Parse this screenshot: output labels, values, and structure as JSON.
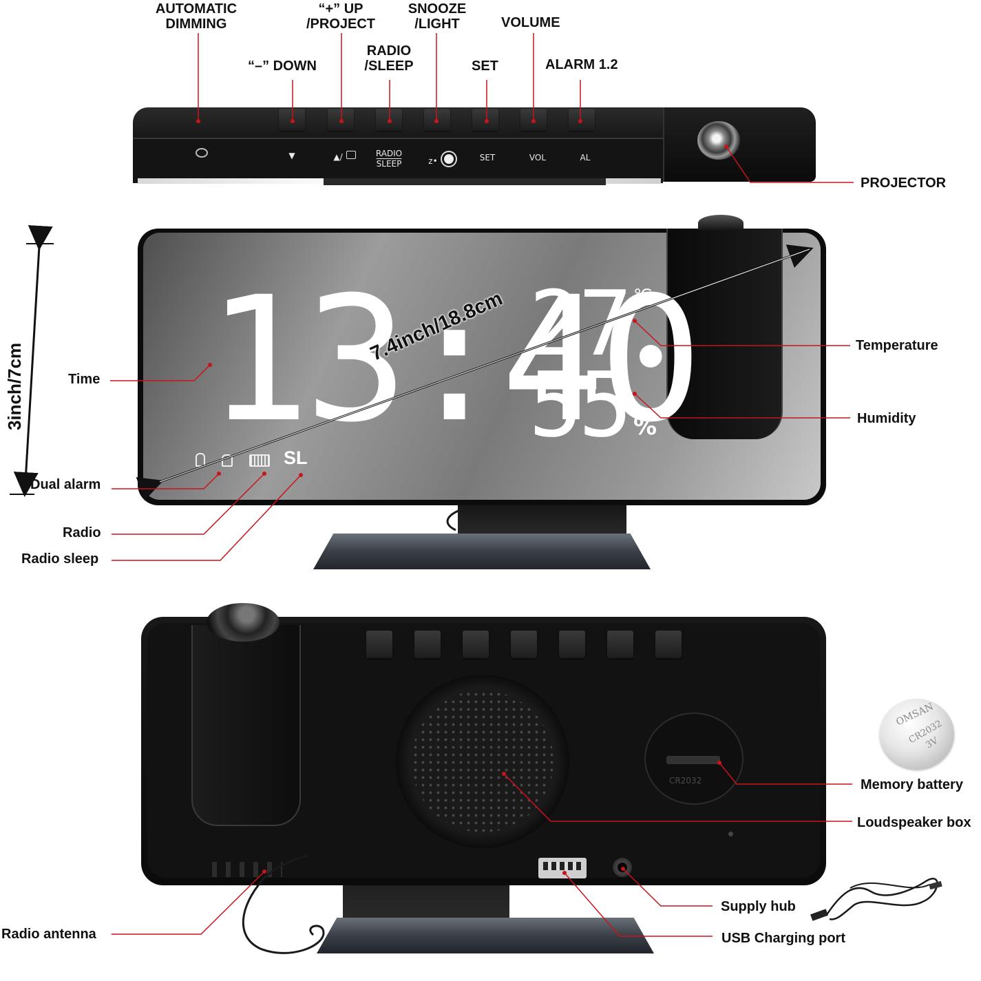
{
  "top_labels": {
    "auto_dimming": "AUTOMATIC\nDIMMING",
    "down": "“–” DOWN",
    "up_project": "“+” UP\n/PROJECT",
    "radio_sleep": "RADIO\n/SLEEP",
    "snooze_light": "SNOOZE\n/LIGHT",
    "set": "SET",
    "volume": "VOLUME",
    "alarm": "ALARM 1.2",
    "projector": "PROJECTOR"
  },
  "button_print": {
    "down": "▼",
    "up": "▲/",
    "radio": "RADIO",
    "sleep": "SLEEP",
    "snooze": "z•",
    "set": "SET",
    "vol": "VOL",
    "al": "AL"
  },
  "front": {
    "time": "13:40",
    "temperature": "27",
    "temp_unit": "℃",
    "humidity": "55",
    "humidity_unit": "%",
    "sl": "SL",
    "diagonal": "7.4inch/18.8cm",
    "height": "3inch/7cm"
  },
  "front_labels": {
    "time": "Time",
    "dual_alarm": "Dual alarm",
    "radio": "Radio",
    "radio_sleep": "Radio sleep",
    "temperature": "Temperature",
    "humidity": "Humidity"
  },
  "back_labels": {
    "memory_battery": "Memory battery",
    "loudspeaker": "Loudspeaker box",
    "supply_hub": "Supply hub",
    "usb_port": "USB Charging port",
    "radio_antenna": "Radio antenna"
  },
  "battery": {
    "brand": "OMSAN",
    "model": "CR2032",
    "voltage": "3V",
    "back_print": "CR2032"
  },
  "colors": {
    "callout_red": "#c8141b",
    "body_black": "#161616",
    "mirror_gray": "#8e8e8e",
    "digit_white": "#ffffff"
  }
}
